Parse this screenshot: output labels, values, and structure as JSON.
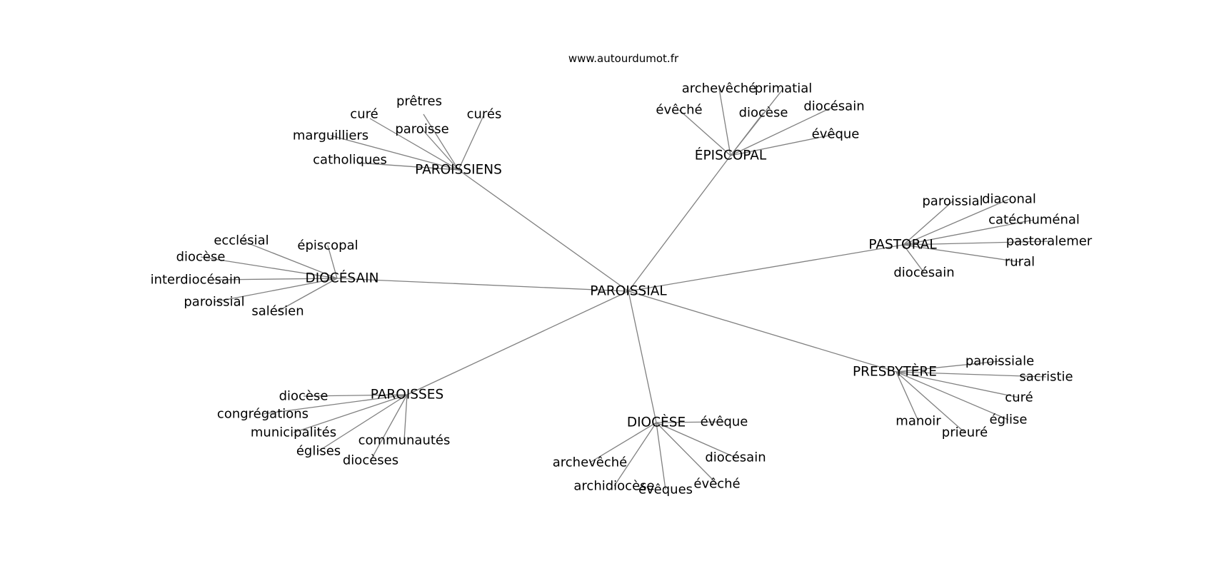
{
  "source": "www.autourdumot.fr",
  "graph": {
    "center": "PAROISSIAL",
    "hubs": [
      {
        "label": "PAROISSIENS",
        "leaves": [
          "prêtres",
          "curé",
          "curés",
          "paroisse",
          "marguilliers",
          "catholiques"
        ]
      },
      {
        "label": "ÉPISCOPAL",
        "leaves": [
          "archevêché",
          "primatial",
          "évêché",
          "diocèse",
          "diocésain",
          "évêque"
        ]
      },
      {
        "label": "DIOCÉSAIN",
        "leaves": [
          "ecclésial",
          "épiscopal",
          "diocèse",
          "interdiocésain",
          "paroissial",
          "salésien"
        ]
      },
      {
        "label": "PASTORAL",
        "leaves": [
          "paroissial",
          "diaconal",
          "catéchuménal",
          "pastoralemer",
          "rural",
          "diocésain"
        ]
      },
      {
        "label": "PRESBYTÈRE",
        "leaves": [
          "paroissiale",
          "sacristie",
          "curé",
          "église",
          "prieuré",
          "manoir"
        ]
      },
      {
        "label": "DIOCÈSE",
        "leaves": [
          "évêque",
          "diocésain",
          "évêché",
          "évêques",
          "archidiocèse",
          "archevêché"
        ]
      },
      {
        "label": "PAROISSES",
        "leaves": [
          "diocèse",
          "congrégations",
          "municipalités",
          "églises",
          "diocèses",
          "communautés"
        ]
      }
    ]
  }
}
